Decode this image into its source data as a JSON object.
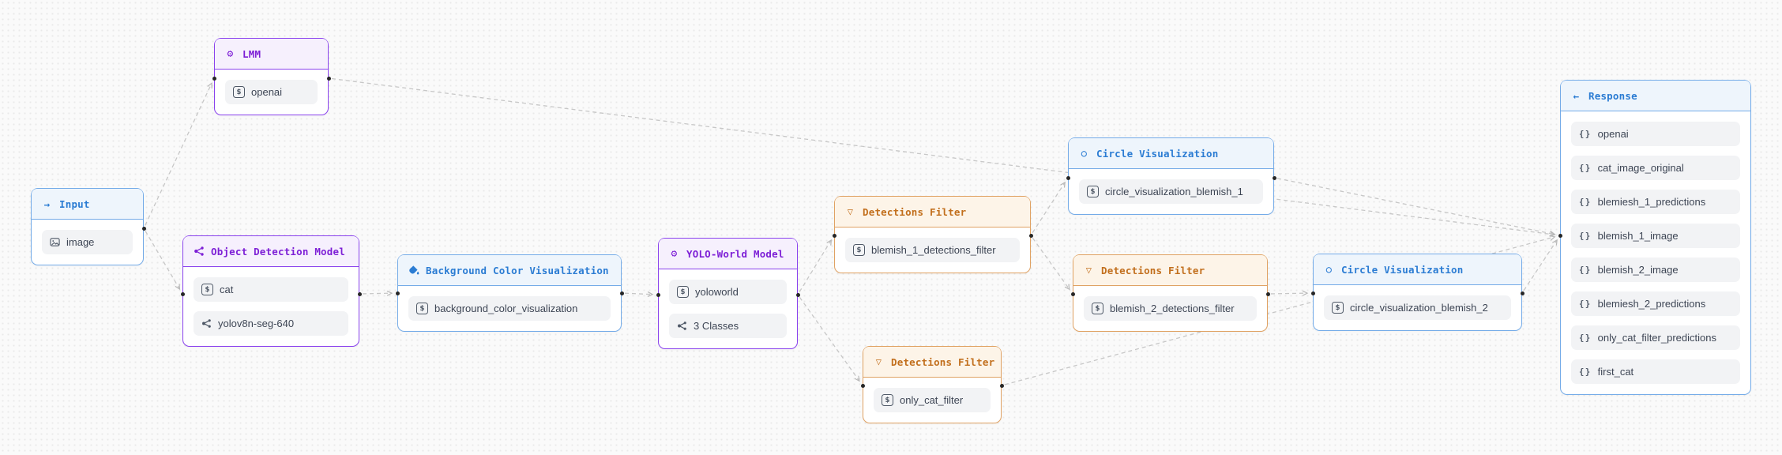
{
  "app": {
    "view": "workflow-canvas"
  },
  "theme_colors": {
    "purple": "#8a42ee",
    "blue": "#74abe8",
    "orange": "#e0a263",
    "wire": "#c7c7c7",
    "pill_bg": "#f2f3f5",
    "canvas_bg": "#fafafa"
  },
  "nodes": {
    "input": {
      "title": "Input",
      "icon": "arrow-right-icon",
      "theme": "blue",
      "items": [
        {
          "icon": "image-icon",
          "label": "image"
        }
      ]
    },
    "lmm": {
      "title": "LMM",
      "icon": "model-icon",
      "theme": "purple",
      "items": [
        {
          "icon": "string-icon",
          "label": "openai"
        }
      ]
    },
    "odm": {
      "title": "Object Detection Model",
      "icon": "network-icon",
      "theme": "purple",
      "items": [
        {
          "icon": "string-icon",
          "label": "cat"
        },
        {
          "icon": "network-icon",
          "label": "yolov8n-seg-640"
        }
      ]
    },
    "bcv": {
      "title": "Background Color Visualization",
      "icon": "paint-bucket-icon",
      "theme": "blue",
      "items": [
        {
          "icon": "string-icon",
          "label": "background_color_visualization"
        }
      ]
    },
    "yolo": {
      "title": "YOLO-World Model",
      "icon": "model-icon",
      "theme": "purple",
      "items": [
        {
          "icon": "string-icon",
          "label": "yoloworld"
        },
        {
          "icon": "network-icon",
          "label": "3 Classes"
        }
      ]
    },
    "filter1": {
      "title": "Detections Filter",
      "icon": "funnel-icon",
      "theme": "orange",
      "items": [
        {
          "icon": "string-icon",
          "label": "blemish_1_detections_filter"
        }
      ]
    },
    "filter2": {
      "title": "Detections Filter",
      "icon": "funnel-icon",
      "theme": "orange",
      "items": [
        {
          "icon": "string-icon",
          "label": "blemish_2_detections_filter"
        }
      ]
    },
    "filter3": {
      "title": "Detections Filter",
      "icon": "funnel-icon",
      "theme": "orange",
      "items": [
        {
          "icon": "string-icon",
          "label": "only_cat_filter"
        }
      ]
    },
    "cviz1": {
      "title": "Circle Visualization",
      "icon": "circle-icon",
      "theme": "blue",
      "items": [
        {
          "icon": "string-icon",
          "label": "circle_visualization_blemish_1"
        }
      ]
    },
    "cviz2": {
      "title": "Circle Visualization",
      "icon": "circle-icon",
      "theme": "blue",
      "items": [
        {
          "icon": "string-icon",
          "label": "circle_visualization_blemish_2"
        }
      ]
    },
    "response": {
      "title": "Response",
      "icon": "arrow-left-icon",
      "theme": "blue",
      "items": [
        {
          "icon": "braces-icon",
          "label": "openai"
        },
        {
          "icon": "braces-icon",
          "label": "cat_image_original"
        },
        {
          "icon": "braces-icon",
          "label": "blemiesh_1_predictions"
        },
        {
          "icon": "braces-icon",
          "label": "blemish_1_image"
        },
        {
          "icon": "braces-icon",
          "label": "blemish_2_image"
        },
        {
          "icon": "braces-icon",
          "label": "blemiesh_2_predictions"
        },
        {
          "icon": "braces-icon",
          "label": "only_cat_filter_predictions"
        },
        {
          "icon": "braces-icon",
          "label": "first_cat"
        }
      ]
    }
  },
  "connections": [
    {
      "from": "input",
      "to": "lmm"
    },
    {
      "from": "input",
      "to": "odm"
    },
    {
      "from": "odm",
      "to": "bcv"
    },
    {
      "from": "bcv",
      "to": "yolo"
    },
    {
      "from": "yolo",
      "to": "filter1"
    },
    {
      "from": "yolo",
      "to": "filter3"
    },
    {
      "from": "filter1",
      "to": "cviz1"
    },
    {
      "from": "filter1",
      "to": "filter2"
    },
    {
      "from": "filter2",
      "to": "cviz2"
    },
    {
      "from": "lmm",
      "to": "response"
    },
    {
      "from": "cviz1",
      "to": "response"
    },
    {
      "from": "cviz2",
      "to": "response"
    },
    {
      "from": "filter3",
      "to": "response"
    }
  ]
}
